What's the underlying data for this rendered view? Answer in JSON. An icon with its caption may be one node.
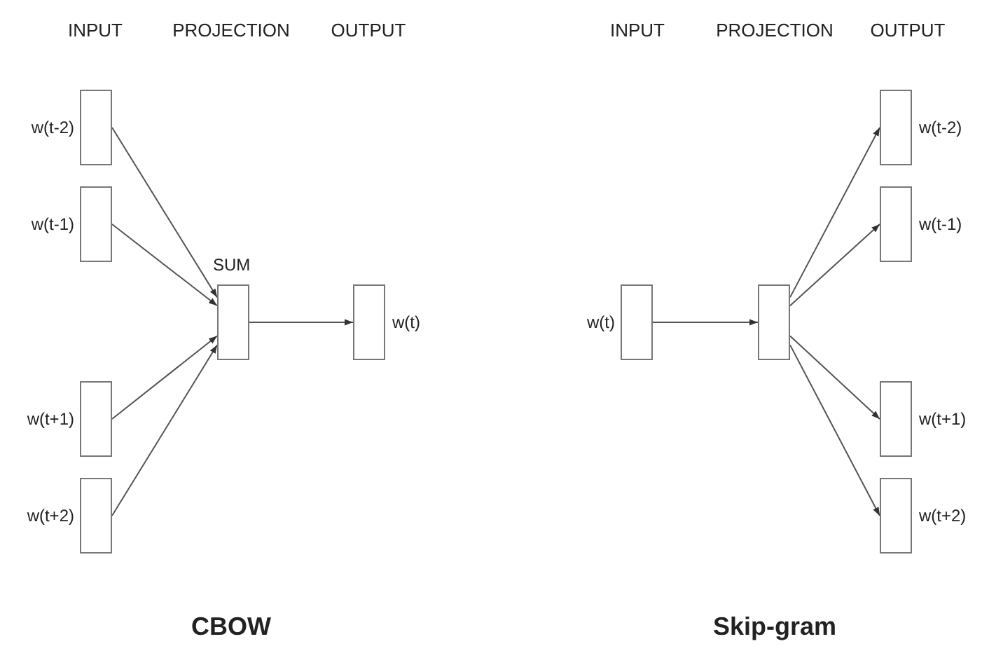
{
  "diagram": {
    "nodes": [
      {
        "text": [],
        "shape": "box",
        "beside": [
          "w(t-2)"
        ]
      },
      {
        "text": [],
        "shape": "box",
        "beside": [
          "w(t-1)"
        ]
      },
      {
        "text": [],
        "shape": "box",
        "beside": [
          "w(t+1)"
        ]
      },
      {
        "text": [],
        "shape": "box",
        "beside": [
          "w(t+2)"
        ]
      },
      {
        "text": [],
        "shape": "box",
        "beside": [
          "SUM"
        ]
      },
      {
        "text": [],
        "shape": "box",
        "beside": [
          "w(t)"
        ]
      },
      {
        "text": [],
        "shape": "box",
        "beside": [
          "w(t)"
        ]
      },
      {
        "text": [],
        "shape": "box"
      },
      {
        "text": [],
        "shape": "box",
        "beside": [
          "w(t-2)"
        ]
      },
      {
        "text": [],
        "shape": "box",
        "beside": [
          "w(t-1)"
        ]
      },
      {
        "text": [],
        "shape": "box",
        "beside": [
          "w(t+1)"
        ]
      },
      {
        "text": [],
        "shape": "box",
        "beside": [
          "w(t+2)"
        ]
      }
    ],
    "edges": [
      {
        "from": 0,
        "to": 4,
        "arrow": "to"
      },
      {
        "from": 1,
        "to": 4,
        "arrow": "to"
      },
      {
        "from": 2,
        "to": 4,
        "arrow": "to"
      },
      {
        "from": 3,
        "to": 4,
        "arrow": "to"
      },
      {
        "from": 4,
        "to": 5,
        "arrow": "to"
      },
      {
        "from": 6,
        "to": 7,
        "arrow": "to"
      },
      {
        "from": 7,
        "to": 8,
        "arrow": "to"
      },
      {
        "from": 7,
        "to": 9,
        "arrow": "to"
      },
      {
        "from": 7,
        "to": 10,
        "arrow": "to"
      },
      {
        "from": 7,
        "to": 11,
        "arrow": "to"
      }
    ],
    "labels": [
      "INPUT",
      "PROJECTION",
      "OUTPUT",
      "INPUT",
      "PROJECTION",
      "OUTPUT",
      "CBOW",
      "Skip-gram"
    ]
  }
}
